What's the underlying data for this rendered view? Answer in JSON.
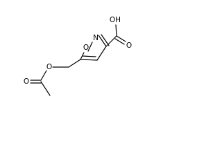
{
  "molecule": {
    "atoms": {
      "carboxyl_oh": "OH",
      "carboxyl_o": "O",
      "ring_n": "N",
      "ring_o": "O",
      "ester_o": "O",
      "acetyl_o": "O"
    }
  }
}
